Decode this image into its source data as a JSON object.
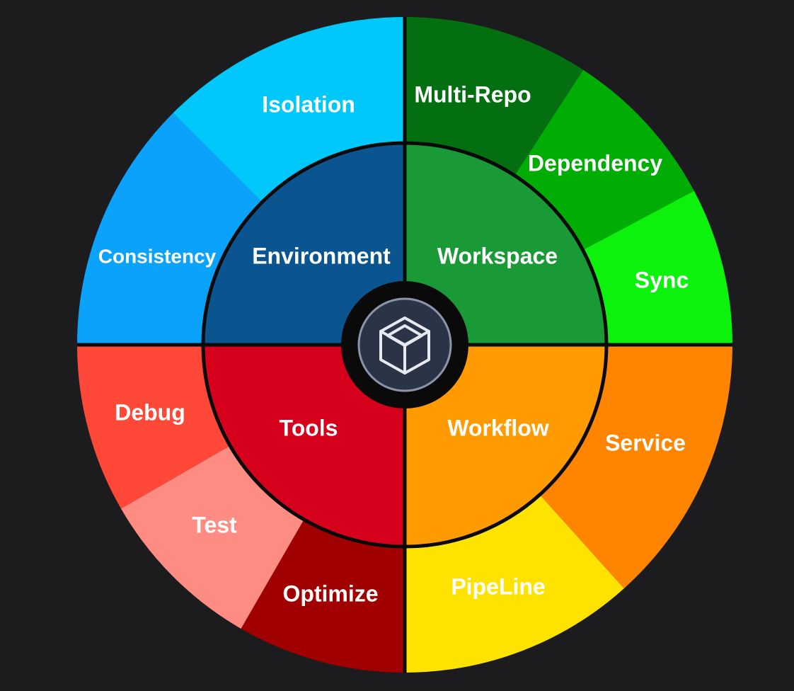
{
  "colors": {
    "background": "#1c1c1e",
    "divider": "#0a0a0a",
    "hub_ring": "#0a0a0a",
    "hub_inner": "#2b3447",
    "hub_icon_stroke": "#e6e9ef"
  },
  "hub": {
    "icon": "cube-icon"
  },
  "quadrants": [
    {
      "key": "environment",
      "label": "Environment",
      "color": "#0a5590",
      "segments": [
        {
          "label": "Consistency",
          "color": "#0aa2fb"
        },
        {
          "label": "Isolation",
          "color": "#00c8fb"
        }
      ]
    },
    {
      "key": "workspace",
      "label": "Workspace",
      "color": "#1a9a36",
      "segments": [
        {
          "label": "Multi-Repo",
          "color": "#046f11"
        },
        {
          "label": "Dependency",
          "color": "#00ad05"
        },
        {
          "label": "Sync",
          "color": "#0df20d"
        }
      ]
    },
    {
      "key": "workflow",
      "label": "Workflow",
      "color": "#ff9a00",
      "segments": [
        {
          "label": "Service",
          "color": "#ff8400"
        },
        {
          "label": "PipeLine",
          "color": "#ffe300"
        }
      ]
    },
    {
      "key": "tools",
      "label": "Tools",
      "color": "#d6001c",
      "segments": [
        {
          "label": "Optimize",
          "color": "#a00000"
        },
        {
          "label": "Test",
          "color": "#fe8c82"
        },
        {
          "label": "Debug",
          "color": "#ff4838"
        }
      ]
    }
  ]
}
